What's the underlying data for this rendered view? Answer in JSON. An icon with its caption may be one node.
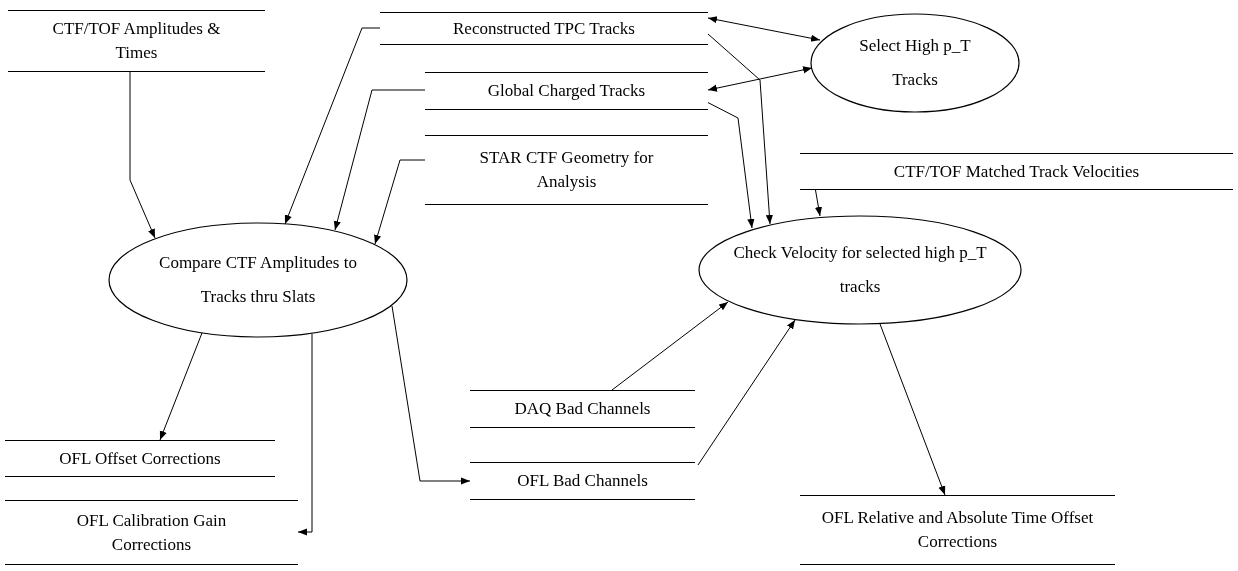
{
  "diagram": {
    "nodes": [
      {
        "text": [
          "CTF/TOF Amplitudes & Times"
        ]
      },
      {
        "text": [
          "Reconstructed TPC Tracks"
        ]
      },
      {
        "text": [
          "Select High p_T Tracks"
        ]
      },
      {
        "text": [
          "Global Charged Tracks"
        ]
      },
      {
        "text": [
          "STAR CTF Geometry for Analysis"
        ]
      },
      {
        "text": [
          "CTF/TOF Matched Track Velocities"
        ]
      },
      {
        "text": [
          "Compare CTF Amplitudes to Tracks thru Slats"
        ]
      },
      {
        "text": [
          "Check Velocity for selected high p_T tracks"
        ]
      },
      {
        "text": [
          "DAQ Bad Channels"
        ]
      },
      {
        "text": [
          "OFL Offset Corrections"
        ]
      },
      {
        "text": [
          "OFL Bad Channels"
        ]
      },
      {
        "text": [
          "OFL Calibration Gain Corrections"
        ]
      },
      {
        "text": [
          "OFL Relative and Absolute Time Offset Corrections"
        ]
      }
    ],
    "edges": [
      {
        "from": 0,
        "to": 6,
        "arrow": "to"
      },
      {
        "from": 1,
        "to": 6,
        "arrow": "to"
      },
      {
        "from": 3,
        "to": 6,
        "arrow": "to"
      },
      {
        "from": 4,
        "to": 6,
        "arrow": "to"
      },
      {
        "from": 1,
        "to": 2,
        "arrow": "both"
      },
      {
        "from": 3,
        "to": 2,
        "arrow": "both"
      },
      {
        "from": 1,
        "to": 7,
        "arrow": "to"
      },
      {
        "from": 3,
        "to": 7,
        "arrow": "to"
      },
      {
        "from": 5,
        "to": 7,
        "arrow": "to"
      },
      {
        "from": 8,
        "to": 7,
        "arrow": "to"
      },
      {
        "from": 10,
        "to": 7,
        "arrow": "to"
      },
      {
        "from": 7,
        "to": 12,
        "arrow": "to"
      },
      {
        "from": 6,
        "to": 9,
        "arrow": "to"
      },
      {
        "from": 6,
        "to": 11,
        "arrow": "to"
      },
      {
        "from": 6,
        "to": 10,
        "arrow": "to"
      }
    ]
  }
}
